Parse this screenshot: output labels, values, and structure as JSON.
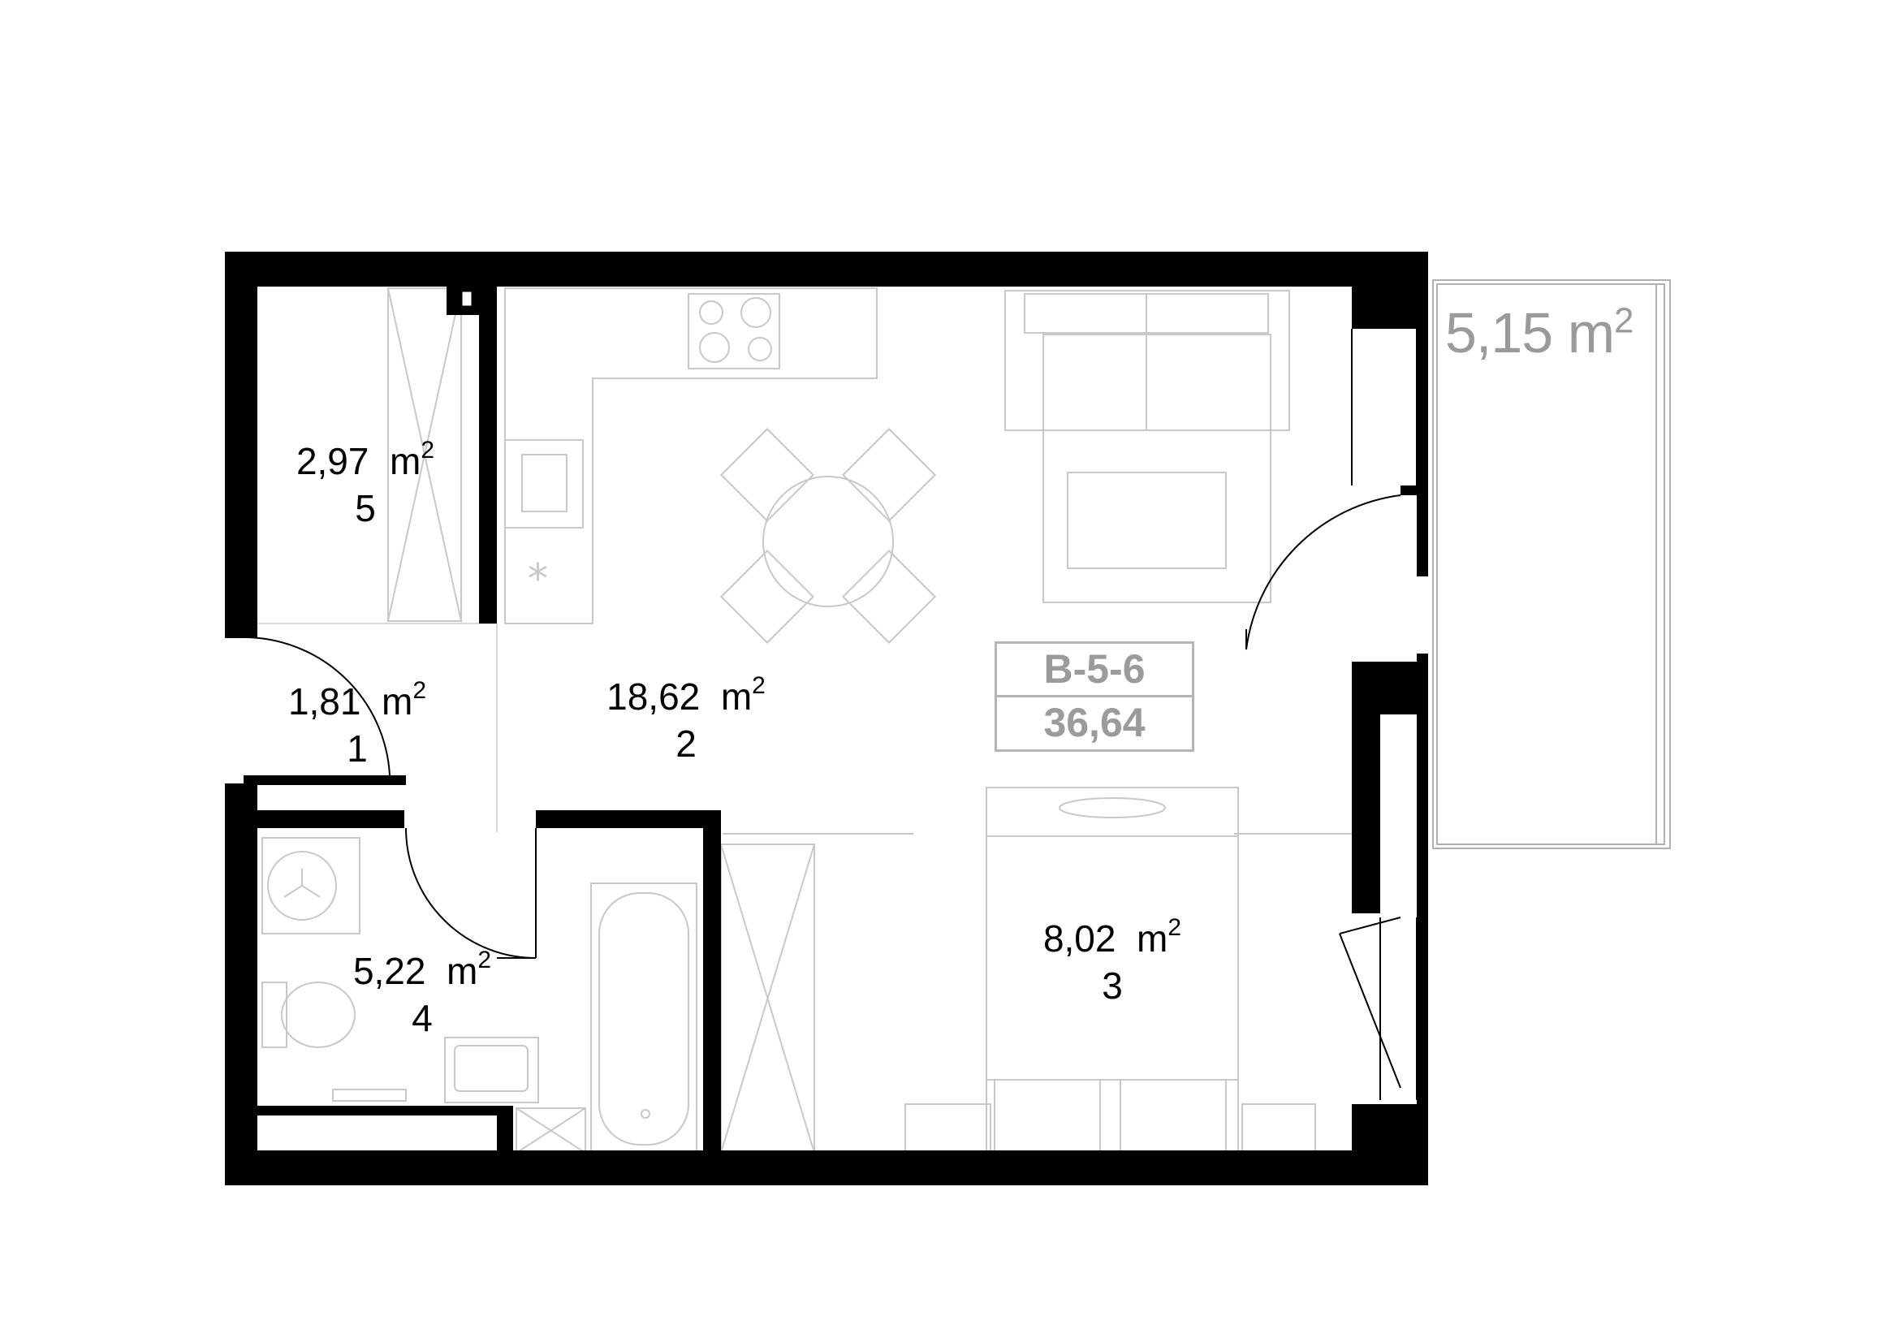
{
  "rooms": [
    {
      "id": "room-5",
      "area": "2,97",
      "unit": "m",
      "sup": "2",
      "number": "5"
    },
    {
      "id": "room-1",
      "area": "1,81",
      "unit": "m",
      "sup": "2",
      "number": "1"
    },
    {
      "id": "room-2",
      "area": "18,62",
      "unit": "m",
      "sup": "2",
      "number": "2"
    },
    {
      "id": "room-4",
      "area": "5,22",
      "unit": "m",
      "sup": "2",
      "number": "4"
    },
    {
      "id": "room-3",
      "area": "8,02",
      "unit": "m",
      "sup": "2",
      "number": "3"
    }
  ],
  "balcony": {
    "area": "5,15",
    "unit": "m",
    "sup": "2"
  },
  "unit": {
    "code": "B-5-6",
    "total_area": "36,64"
  },
  "colors": {
    "wall": "#000000",
    "furniture": "#c8c8c8",
    "label_gray": "#9b9b9b"
  }
}
